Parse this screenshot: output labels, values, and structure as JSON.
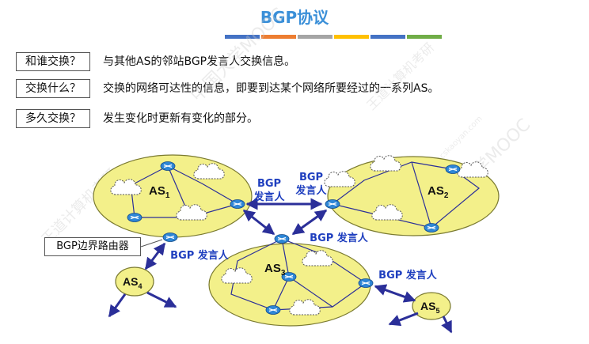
{
  "slide": {
    "title": "BGP协议"
  },
  "accent_bars": [
    "#4472c4",
    "#ed7d31",
    "#a5a5a5",
    "#ffc000",
    "#4472c4",
    "#70ad47"
  ],
  "qa": [
    {
      "question": "和谁交换？",
      "answer": "与其他AS的邻站BGP发言人交换信息。"
    },
    {
      "question": "交换什么？",
      "answer": "交换的网络可达性的信息，即要到达某个网络所要经过的一系列AS。"
    },
    {
      "question": "多久交换？",
      "answer": "发生变化时更新有变化的部分。"
    }
  ],
  "diagram": {
    "as_names": {
      "as1": "AS",
      "as2": "AS",
      "as3": "AS",
      "as4": "AS",
      "as5": "AS"
    },
    "as_subs": {
      "as1": "1",
      "as2": "2",
      "as3": "3",
      "as4": "4",
      "as5": "5"
    },
    "speaker_labels": {
      "bgp1_line1": "BGP",
      "bgp1_line2": "发言人",
      "bgp2_line1": "BGP",
      "bgp2_line2": "发言人",
      "bgp3": "BGP 发言人",
      "bgp4": "BGP 发言人",
      "bgp5": "BGP 发言人"
    },
    "callout": "BGP边界路由器",
    "colors": {
      "as_fill": "#f3f08a",
      "as_stroke": "#7a7a30",
      "router": "#2e86d6",
      "link": "#2b2f99",
      "label": "#1f3fbf"
    }
  },
  "watermark": {
    "text1": "王道计算机考研",
    "text2": "中国大学MOOC",
    "text3": "www.cskaoyan.com"
  }
}
